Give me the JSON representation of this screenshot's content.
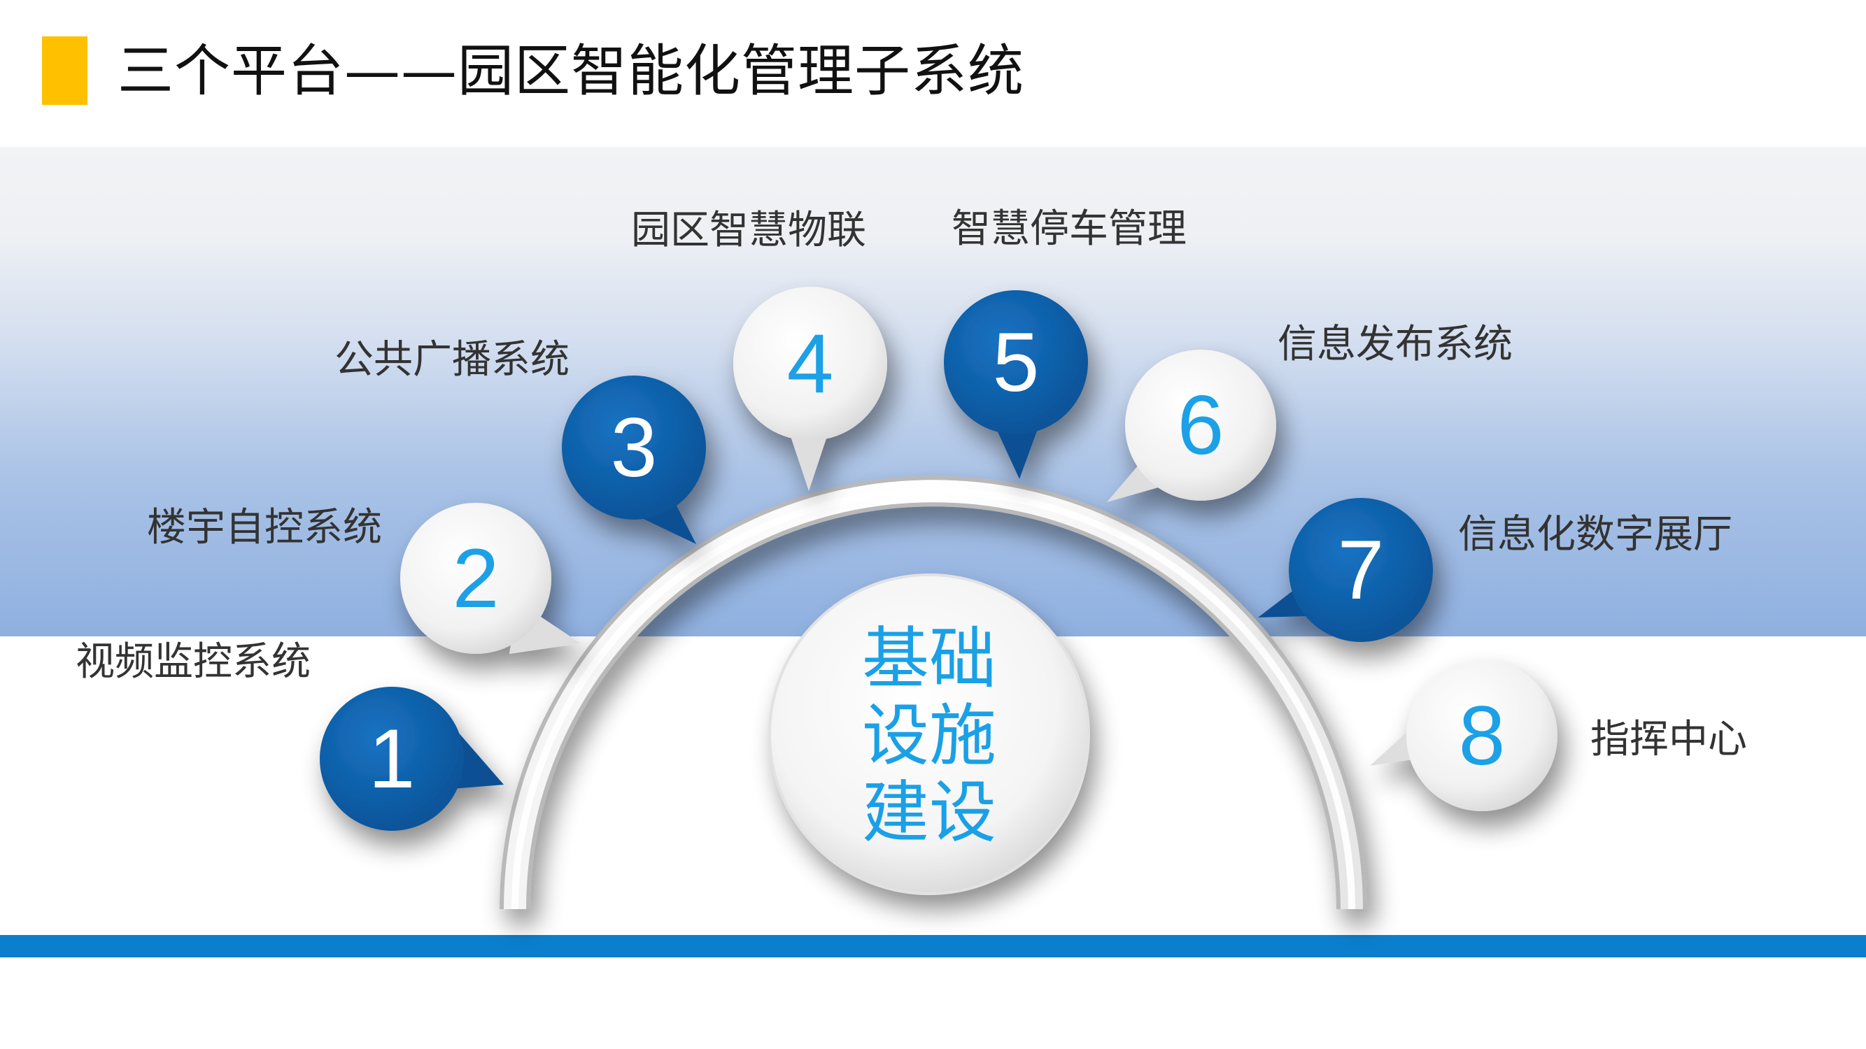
{
  "title": "三个平台——园区智能化管理子系统",
  "center": {
    "line1": "基础",
    "line2": "设施",
    "line3": "建设"
  },
  "nodes": [
    {
      "number": "1",
      "label": "视频监控系统",
      "style": "dark"
    },
    {
      "number": "2",
      "label": "楼宇自控系统",
      "style": "light"
    },
    {
      "number": "3",
      "label": "公共广播系统",
      "style": "dark"
    },
    {
      "number": "4",
      "label": "园区智慧物联",
      "style": "light"
    },
    {
      "number": "5",
      "label": "智慧停车管理",
      "style": "dark"
    },
    {
      "number": "6",
      "label": "信息发布系统",
      "style": "light"
    },
    {
      "number": "7",
      "label": "信息化数字展厅",
      "style": "dark"
    },
    {
      "number": "8",
      "label": "指挥中心",
      "style": "light"
    }
  ],
  "colors": {
    "accent_yellow": "#ffc000",
    "dark_bubble": "#0f63ad",
    "number_light": "#1aa0e6",
    "bottom_line": "#0b7fcd"
  }
}
